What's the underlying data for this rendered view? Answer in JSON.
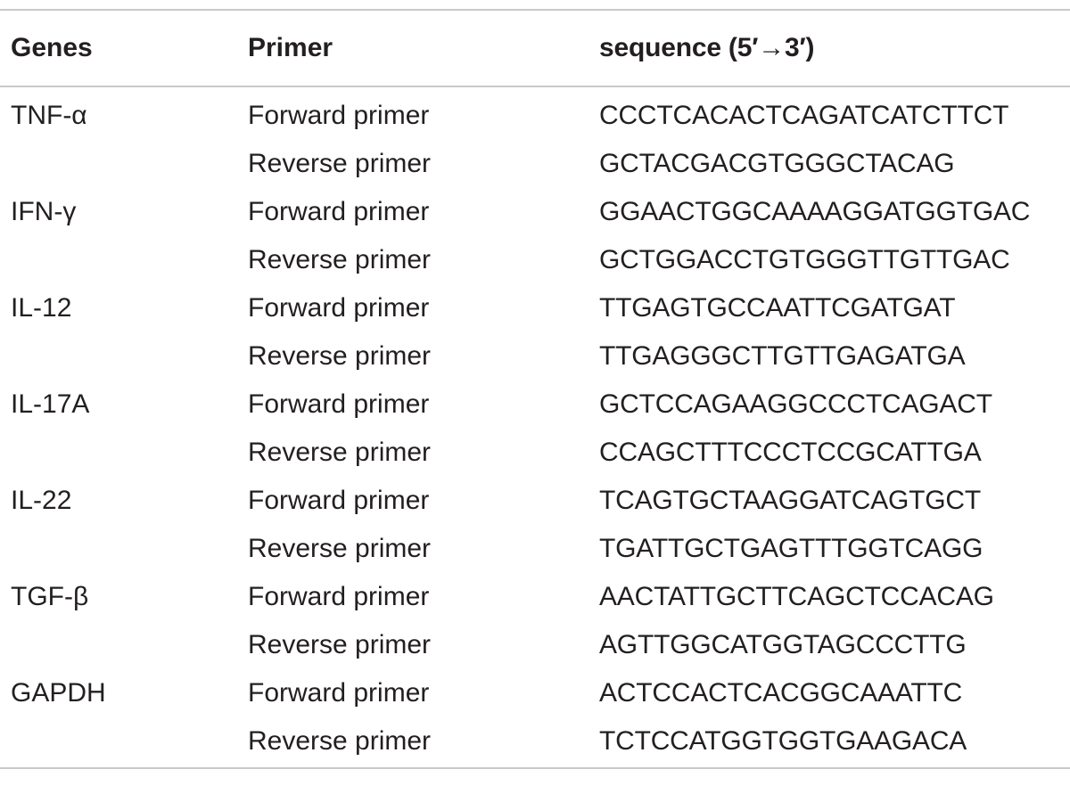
{
  "table": {
    "headers": {
      "gene": "Genes",
      "primer": "Primer",
      "sequence": "sequence (5′→3′)"
    },
    "rows": [
      {
        "gene": "TNF-α",
        "primer": "Forward primer",
        "sequence": "CCCTCACACTCAGATCATCTTCT"
      },
      {
        "gene": "",
        "primer": "Reverse primer",
        "sequence": "GCTACGACGTGGGCTACAG"
      },
      {
        "gene": "IFN-γ",
        "primer": "Forward primer",
        "sequence": "GGAACTGGCAAAAGGATGGTGAC"
      },
      {
        "gene": "",
        "primer": "Reverse primer",
        "sequence": "GCTGGACCTGTGGGTTGTTGAC"
      },
      {
        "gene": "IL-12",
        "primer": "Forward primer",
        "sequence": "TTGAGTGCCAATTCGATGAT"
      },
      {
        "gene": "",
        "primer": "Reverse primer",
        "sequence": "TTGAGGGCTTGTTGAGATGA"
      },
      {
        "gene": "IL-17A",
        "primer": "Forward primer",
        "sequence": "GCTCCAGAAGGCCCTCAGACT"
      },
      {
        "gene": "",
        "primer": "Reverse primer",
        "sequence": "CCAGCTTTCCCTCCGCATTGA"
      },
      {
        "gene": "IL-22",
        "primer": "Forward primer",
        "sequence": "TCAGTGCTAAGGATCAGTGCT"
      },
      {
        "gene": "",
        "primer": "Reverse primer",
        "sequence": "TGATTGCTGAGTTTGGTCAGG"
      },
      {
        "gene": "TGF-β",
        "primer": "Forward primer",
        "sequence": "AACTATTGCTTCAGCTCCACAG"
      },
      {
        "gene": "",
        "primer": "Reverse primer",
        "sequence": "AGTTGGCATGGTAGCCCTTG"
      },
      {
        "gene": "GAPDH",
        "primer": "Forward primer",
        "sequence": "ACTCCACTCACGGCAAATTC"
      },
      {
        "gene": "",
        "primer": "Reverse primer",
        "sequence": "TCTCCATGGTGGTGAAGACA"
      }
    ]
  }
}
